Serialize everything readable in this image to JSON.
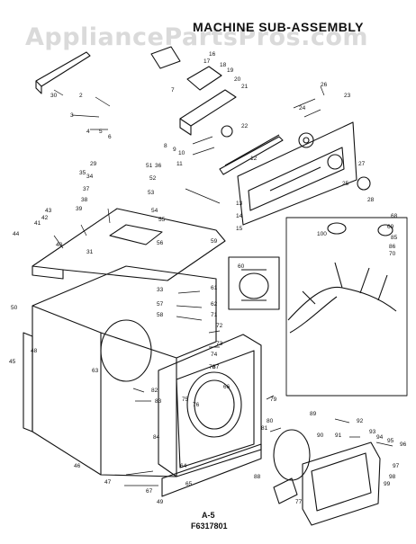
{
  "title": "MACHINE SUB-ASSEMBLY",
  "watermark": "AppliancePartsPros.com",
  "page_ref": "A-5",
  "part_number": "F6317801",
  "callouts": [
    "30",
    "2",
    "3",
    "4",
    "5",
    "6",
    "7",
    "8",
    "9",
    "10",
    "11",
    "12",
    "13",
    "14",
    "15",
    "16",
    "17",
    "18",
    "19",
    "20",
    "21",
    "22",
    "23",
    "24",
    "25",
    "26",
    "27",
    "28",
    "29",
    "31",
    "33",
    "34",
    "35",
    "36",
    "37",
    "38",
    "39",
    "40",
    "41",
    "42",
    "43",
    "44",
    "45",
    "46",
    "47",
    "48",
    "49",
    "50",
    "51",
    "52",
    "53",
    "54",
    "55",
    "56",
    "57",
    "58",
    "59",
    "60",
    "61",
    "62",
    "63",
    "64",
    "65",
    "66",
    "67",
    "68",
    "69",
    "70",
    "71",
    "72",
    "73",
    "74",
    "75",
    "76",
    "77",
    "78",
    "79",
    "80",
    "81",
    "82",
    "83",
    "84",
    "85",
    "86",
    "87",
    "88",
    "89",
    "90",
    "91",
    "92",
    "93",
    "94",
    "95",
    "96",
    "97",
    "98",
    "99",
    "100"
  ],
  "colors": {
    "ink": "#111111",
    "paper": "#ffffff",
    "watermark": "#969696"
  }
}
